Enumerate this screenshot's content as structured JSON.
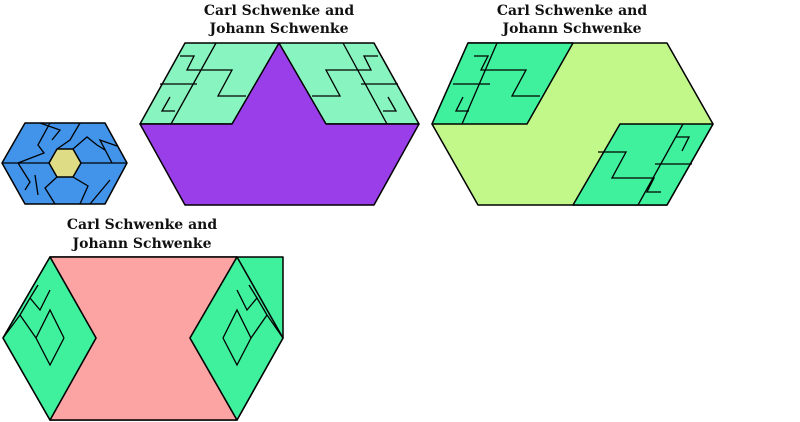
{
  "colors": {
    "blue": "#4194ea",
    "yellow": "#dedc84",
    "mint": "#88f5c0",
    "purple": "#9a3eea",
    "green": "#3ff09c",
    "lime": "#c2f78a",
    "pink": "#fca3a3"
  },
  "figures": [
    {
      "title_line1": "",
      "title_line2": ""
    },
    {
      "title_line1": "Carl Schwenke and",
      "title_line2": "Johann Schwenke"
    },
    {
      "title_line1": "Carl Schwenke and",
      "title_line2": "Johann Schwenke"
    },
    {
      "title_line1": "Carl Schwenke and",
      "title_line2": "Johann Schwenke"
    }
  ]
}
